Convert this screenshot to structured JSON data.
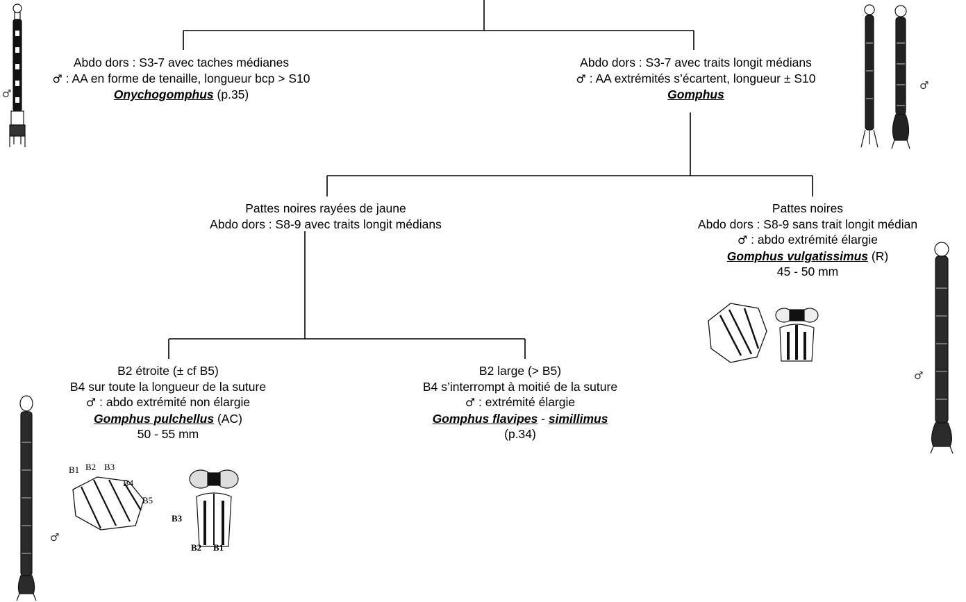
{
  "symbols": {
    "male": "♂"
  },
  "nodes": {
    "onychogomphus": {
      "line1": "Abdo dors : S3-7 avec taches médianes",
      "line2": " : AA en forme de tenaille, longueur bcp > S10",
      "genus": "Onychogomphus",
      "ref": " (p.35)"
    },
    "gomphus": {
      "line1": "Abdo dors : S3-7 avec traits longit médians",
      "line2": " : AA extrémités s’écartent, longueur ± S10",
      "genus": "Gomphus"
    },
    "striped": {
      "line1": "Pattes noires rayées de jaune",
      "line2": "Abdo dors : S8-9 avec traits longit médians"
    },
    "black": {
      "line1": "Pattes noires",
      "line2": "Abdo dors : S8-9 sans trait longit médian",
      "line3": " : abdo extrémité élargie",
      "species": "Gomphus vulgatissimus",
      "status": " (R)",
      "size": "45 - 50 mm"
    },
    "pulchellus": {
      "line1": "B2 étroite (± cf B5)",
      "line2": "B4 sur toute la longueur de la suture",
      "line3": " : abdo extrémité non élargie",
      "species": "Gomphus pulchellus",
      "status": " (AC)",
      "size": "50 - 55 mm"
    },
    "flavipes": {
      "line1": "B2 large (> B5)",
      "line2": "B4 s’interrompt à moitié de la suture",
      "line3": " : extrémité élargie",
      "species1": "Gomphus flavipes",
      "sep": " - ",
      "species2": "simillimus",
      "ref": "(p.34)"
    }
  },
  "figure_labels": {
    "side": [
      "B1",
      "B2",
      "B3",
      "B4",
      "B5"
    ],
    "dorsal": [
      "B3",
      "B2",
      "B1"
    ]
  }
}
